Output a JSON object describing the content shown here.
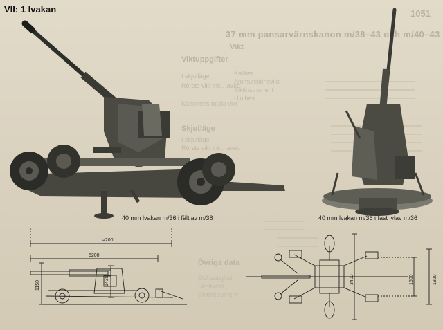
{
  "header": {
    "title": "VII: 1 lvakan",
    "page_number": "1051",
    "heading": "37 mm pansarvärnskanon m/38–43 och m/40–43"
  },
  "ghost_text": {
    "col_a": [
      "Kaliber",
      "Ammunitionsvikt",
      "Siktinstrument",
      "Hjulbas"
    ],
    "col_a_sub": "Vikt",
    "col_b_sub": "Viktuppgifter",
    "col_b": [
      "I skjutläge",
      "Rörets vikt inkl. lavett",
      "Kanonens totala vikt"
    ],
    "col_c_sub": "Skjutläge",
    "col_c": [
      "I skjutläge",
      "Rörets vikt inkl. lavett"
    ],
    "lower_sub": "Övriga data",
    "lower": [
      "Eldhastighet",
      "Skottvidd",
      "Siktinstrument"
    ]
  },
  "captions": {
    "left_photo": "40 mm lvakan m/36 i fältlav m/38",
    "right_photo": "40 mm lvakan m/36 i fast lvlav m/36"
  },
  "dimensions": {
    "overall_length": "≈200",
    "barrel_length": "5200",
    "height_left": "1150",
    "height_inner": "1435",
    "plan_width": "3400",
    "plan_side": "1500",
    "plan_outer": "1820"
  }
}
